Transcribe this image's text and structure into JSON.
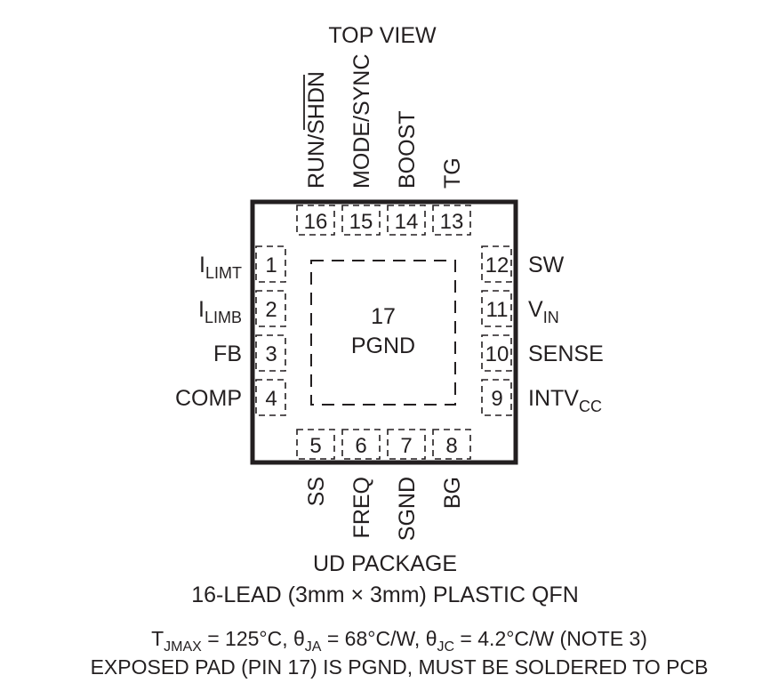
{
  "view_title": "TOP VIEW",
  "package": {
    "name": "UD PACKAGE",
    "description": "16-LEAD (3mm × 3mm) PLASTIC QFN"
  },
  "exposed_pad": {
    "number": "17",
    "name": "PGND"
  },
  "pins": {
    "left": [
      {
        "number": "1",
        "label": "I",
        "sub": "LIMT"
      },
      {
        "number": "2",
        "label": "I",
        "sub": "LIMB"
      },
      {
        "number": "3",
        "label": "FB",
        "sub": ""
      },
      {
        "number": "4",
        "label": "COMP",
        "sub": ""
      }
    ],
    "right": [
      {
        "number": "12",
        "label": "SW",
        "sub": ""
      },
      {
        "number": "11",
        "label": "V",
        "sub": "IN"
      },
      {
        "number": "10",
        "label": "SENSE",
        "sub": ""
      },
      {
        "number": "9",
        "label": "INTV",
        "sub": "CC"
      }
    ],
    "top": [
      {
        "number": "16",
        "label_a": "RUN/",
        "label_b": "SHDN"
      },
      {
        "number": "15",
        "label": "MODE/SYNC"
      },
      {
        "number": "14",
        "label": "BOOST"
      },
      {
        "number": "13",
        "label": "TG"
      }
    ],
    "bottom": [
      {
        "number": "5",
        "label": "SS"
      },
      {
        "number": "6",
        "label": "FREQ"
      },
      {
        "number": "7",
        "label": "SGND"
      },
      {
        "number": "8",
        "label": "BG"
      }
    ]
  },
  "notes": {
    "line1": {
      "t": "T",
      "t_sub": "JMAX",
      "t_val": " = 125°C, ",
      "ja": "θ",
      "ja_sub": "JA",
      "ja_val": " = 68°C/W, ",
      "jc": "θ",
      "jc_sub": "JC",
      "jc_val": " = 4.2°C/W (NOTE 3)"
    },
    "line2": "EXPOSED PAD (PIN 17) IS PGND, MUST BE SOLDERED TO PCB"
  }
}
